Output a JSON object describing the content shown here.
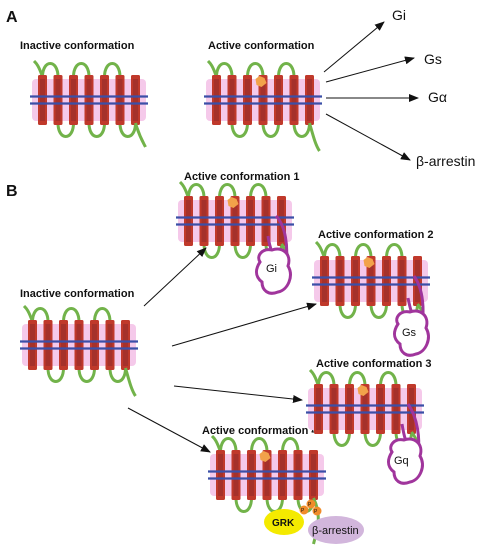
{
  "panels": {
    "a": {
      "letter": "A",
      "inactive_label": "Inactive conformation",
      "active_label": "Active conformation",
      "targets": [
        "Gi",
        "Gs",
        "Gα",
        "β-arrestin"
      ]
    },
    "b": {
      "letter": "B",
      "inactive_label": "Inactive conformation",
      "active": [
        {
          "label": "Active conformation 1",
          "protein": "Gi"
        },
        {
          "label": "Active conformation 2",
          "protein": "Gs"
        },
        {
          "label": "Active conformation 3",
          "protein": "Gq"
        },
        {
          "label": "Active conformation 4",
          "kinase": "GRK",
          "arrestin": "β-arrestin",
          "phospho": "P"
        }
      ]
    }
  },
  "colors": {
    "helix": "#c0392b",
    "helix_core": "#8e2c2c",
    "loop": "#72b34a",
    "membrane": "#3b4fa8",
    "membrane_glow": "#f5c9ea",
    "ligand": "#f2a24a",
    "gprotein": "#a0359c",
    "grk": "#f4ea00",
    "arrestin": "#d2b6dc",
    "phospho": "#f08c2a"
  }
}
